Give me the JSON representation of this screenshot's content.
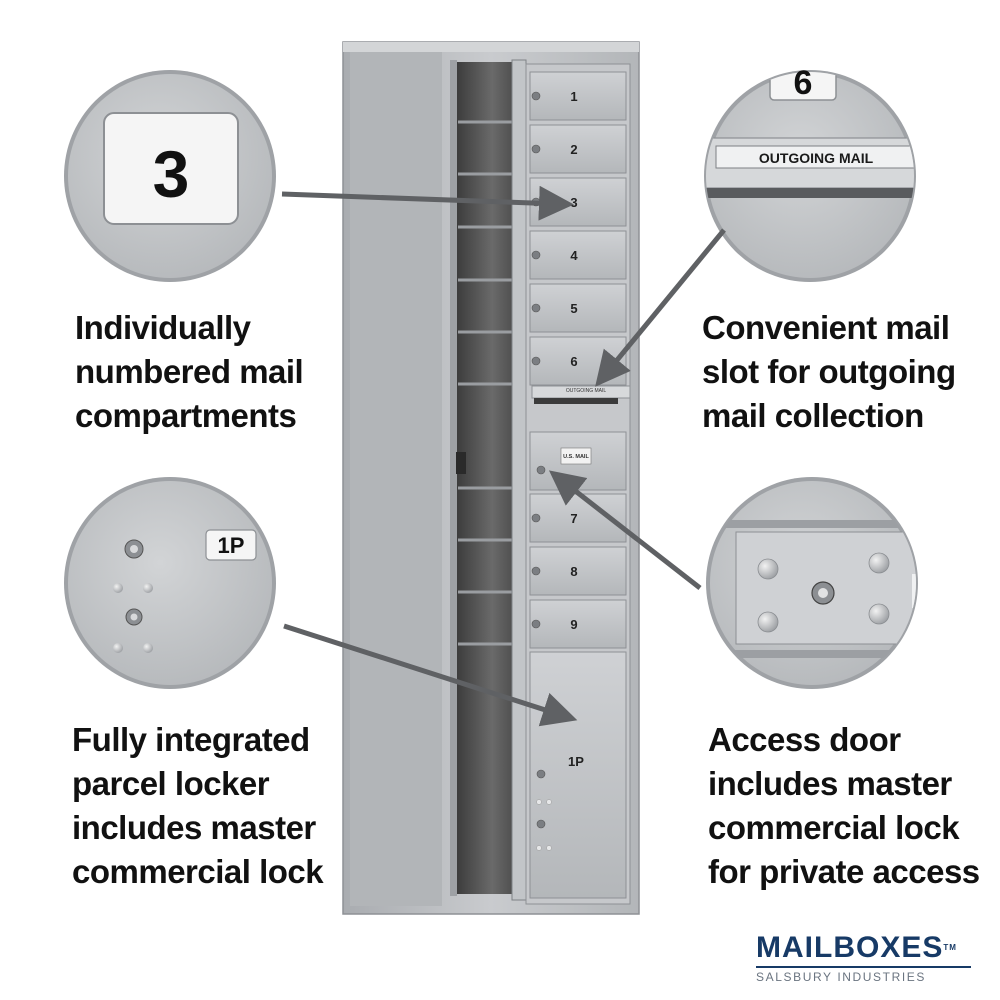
{
  "callouts": {
    "numbered": {
      "badge": "3",
      "lines": [
        "Individually",
        "numbered mail",
        "compartments"
      ]
    },
    "outgoing": {
      "badge": "6",
      "plate": "OUTGOING MAIL",
      "lines": [
        "Convenient mail",
        "slot for outgoing",
        "mail collection"
      ]
    },
    "parcel": {
      "badge": "1P",
      "lines": [
        "Fully integrated",
        "parcel locker",
        "includes master",
        "commercial lock"
      ]
    },
    "access": {
      "lines": [
        "Access door",
        "includes master",
        "commercial lock",
        "for private access"
      ]
    }
  },
  "mailbox": {
    "door_numbers": [
      "1",
      "2",
      "3",
      "4",
      "5",
      "6",
      "7",
      "8",
      "9"
    ],
    "slot_label": "OUTGOING MAIL",
    "access_plate": "U.S. MAIL",
    "parcel_label": "1P"
  },
  "brand": {
    "name": "MAILBOXES",
    "trademark": "TM",
    "tagline": "SALSBURY INDUSTRIES"
  },
  "colors": {
    "metal": "#b9bcbf",
    "metal_dark": "#8e9195",
    "ink": "#111111",
    "brand": "#173a66",
    "arrow": "#5f6164"
  }
}
